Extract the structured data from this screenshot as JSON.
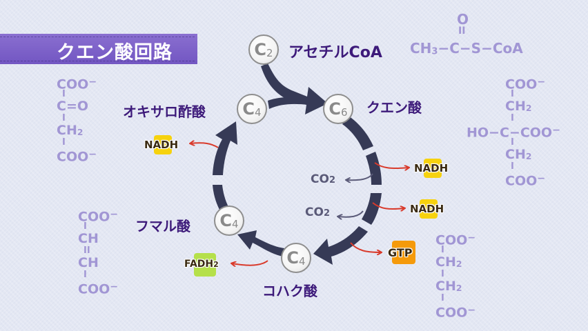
{
  "title": "クエン酸回路",
  "colors": {
    "banner": "#7a5fc8",
    "cycle": "#363a56",
    "label": "#3d1a7a",
    "formula": "#a196d4",
    "output_arrow": "#d93a2b",
    "co2": "#5a5a78",
    "nadh_chip": "#f6d20e",
    "fadh2_chip": "#b5e04a",
    "gtp_chip": "#f59a0b"
  },
  "nodes": [
    {
      "id": "acetyl-coa",
      "element": "C",
      "carbons": "2",
      "label": "アセチルCoA"
    },
    {
      "id": "citrate",
      "element": "C",
      "carbons": "6",
      "label": "クエン酸"
    },
    {
      "id": "succinate",
      "element": "C",
      "carbons": "4",
      "label": "コハク酸"
    },
    {
      "id": "fumarate",
      "element": "C",
      "carbons": "4",
      "label": "フマル酸"
    },
    {
      "id": "oxaloacetate",
      "element": "C",
      "carbons": "4",
      "label": "オキサロ酢酸"
    }
  ],
  "co2_outputs": [
    {
      "label": "CO",
      "sub": "2"
    },
    {
      "label": "CO",
      "sub": "2"
    }
  ],
  "cofactors": [
    {
      "id": "nadh-1",
      "label": "NADH",
      "sub": ""
    },
    {
      "id": "nadh-2",
      "label": "NADH",
      "sub": ""
    },
    {
      "id": "gtp",
      "label": "GTP",
      "sub": ""
    },
    {
      "id": "fadh2",
      "label": "FADH",
      "sub": "2"
    },
    {
      "id": "nadh-3",
      "label": "NADH",
      "sub": ""
    }
  ],
  "formulas": {
    "acetyl_coa": {
      "top": "O",
      "double_bond": "II",
      "main": [
        "CH",
        "3",
        "−C−S−CoA"
      ]
    },
    "citrate": [
      "COO",
      "CH",
      "HO−C−COO",
      "CH",
      "COO"
    ],
    "oxaloacetate": [
      "COO",
      "C=O",
      "CH",
      "COO"
    ],
    "fumarate": [
      "COO",
      "CH",
      "CH",
      "COO"
    ],
    "succinate": [
      "COO",
      "CH",
      "CH",
      "COO"
    ],
    "minus": "−",
    "sub2": "2",
    "single_bond": "I",
    "double_bond": "II"
  }
}
